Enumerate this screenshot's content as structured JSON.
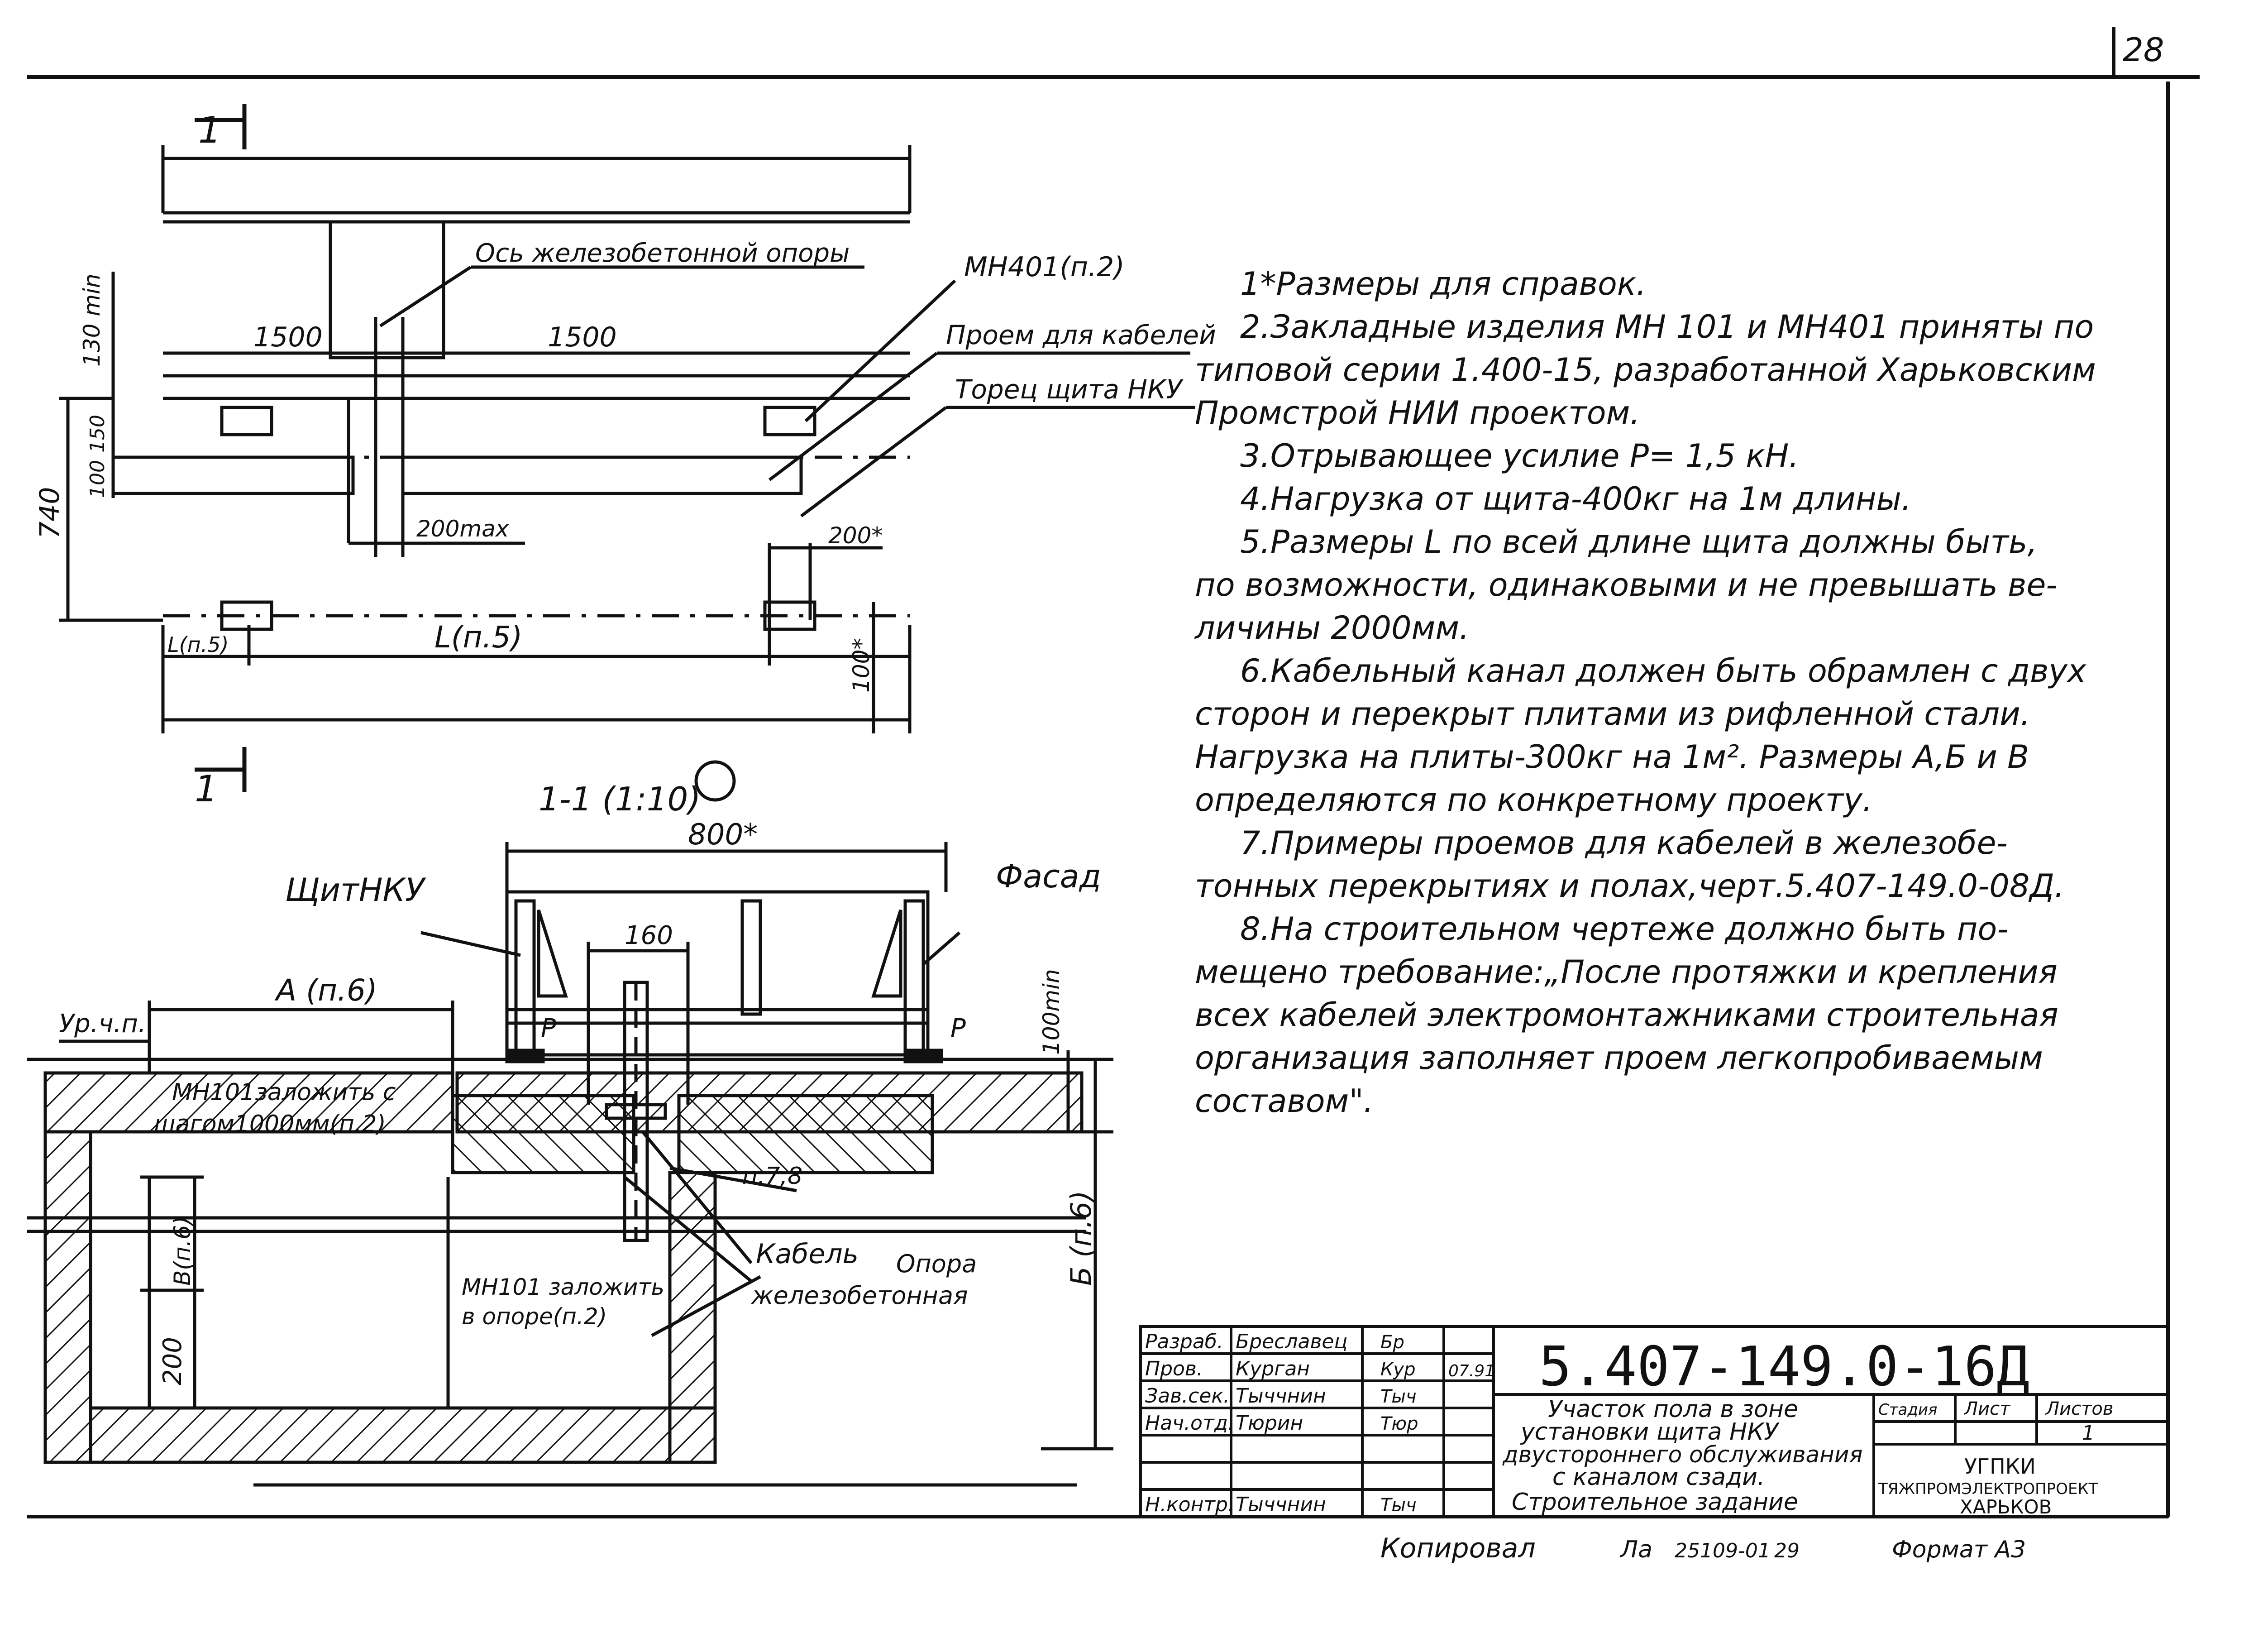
{
  "sheet": {
    "page_number": "28",
    "copied_by": "Копировал",
    "copy_number": "25109-01",
    "copy_page": "29",
    "format": "Формат А3"
  },
  "plan": {
    "section_mark": "1",
    "dim_1500_left": "1500",
    "dim_1500_right": "1500",
    "dim_130min": "130 min",
    "dim_150": "150",
    "dim_100": "100",
    "dim_740": "740",
    "dim_200max": "200max",
    "dim_200star": "200*",
    "dim_100star": "100*",
    "dim_L": "L(п.5)",
    "dim_L_small": "L(п.5)",
    "label_axis": "Ось железобетонной опоры",
    "label_mh401": "МН401(п.2)",
    "label_opening": "Проем для кабелей",
    "label_shield_end": "Торец щита НКУ"
  },
  "section": {
    "title": "1-1 (1:10)",
    "dim_800": "800*",
    "dim_160": "160",
    "dim_100min": "100min",
    "dim_A": "А (п.6)",
    "dim_B": "Б (п.6)",
    "dim_V": "В(п.6)",
    "dim_200": "200",
    "label_shield": "ЩитНКУ",
    "label_facade": "Фасад",
    "label_floor": "Ур.ч.п.",
    "label_P_left": "Р",
    "label_P_right": "Р",
    "label_mh101_line1": "МН101заложить с",
    "label_mh101_line2": "шагом1000мм(п.2)",
    "label_p78": "п.7,8",
    "label_cable": "Кабель",
    "label_support_line1": "Опора",
    "label_support_line2": "железобетонная",
    "label_mh101b_line1": "МН101 заложить",
    "label_mh101b_line2": "в опоре(п.2)"
  },
  "notes": [
    "1*Размеры для справок.",
    "2.Закладные изделия МН 101 и МН401 приняты по",
    "типовой серии 1.400-15, разработанной Харьковским",
    "Промстрой НИИ проектом.",
    "3.Отрывающее усилие Р= 1,5 кН.",
    "4.Нагрузка от щита-400кг на 1м длины.",
    "5.Размеры L по всей длине щита должны быть,",
    "по возможности, одинаковыми и не превышать ве-",
    "личины 2000мм.",
    "6.Кабельный канал должен быть обрамлен с двух",
    "сторон и перекрыт плитами из рифленной стали.",
    "Нагрузка на плиты-300кг на 1м². Размеры А,Б и В",
    "определяются по конкретному проекту.",
    "7.Примеры проемов для кабелей в железобе-",
    "тонных перекрытиях и полах,черт.5.407-149.0-08Д.",
    "8.На строительном чертеже должно быть по-",
    "мещено требование:„После протяжки и крепления",
    "всех кабелей электромонтажниками строительная",
    "организация заполняет проем легкопробиваемым",
    "составом\"."
  ],
  "title_block": {
    "doc_code": "5.407-149.0-16Д",
    "rows": [
      {
        "role": "Разраб.",
        "name": "Бреславец",
        "sign": "Бр"
      },
      {
        "role": "Пров.",
        "name": "Курган",
        "sign": "Кур"
      },
      {
        "role": "Зав.сек.",
        "name": "Тыччнин",
        "sign": "Тыч"
      },
      {
        "role": "Нач.отд.",
        "name": "Тюрин",
        "sign": "Тюр"
      },
      {
        "role": "",
        "name": "",
        "sign": ""
      },
      {
        "role": "",
        "name": "",
        "sign": ""
      },
      {
        "role": "Н.контр.",
        "name": "Тыччнин",
        "sign": "Тыч"
      }
    ],
    "date": "07.91",
    "drawing_title": [
      "Участок пола в зоне",
      "установки щита НКУ",
      "двустороннего обслуживания",
      "с каналом сзади.",
      "Строительное задание"
    ],
    "stage_header": "Стадия",
    "sheet_header": "Лист",
    "sheets_header": "Листов",
    "sheets_value": "1",
    "org": [
      "УГПКИ",
      "ТЯЖПРОМЭЛЕКТРОПРОЕКТ",
      "ХАРЬКОВ"
    ]
  }
}
